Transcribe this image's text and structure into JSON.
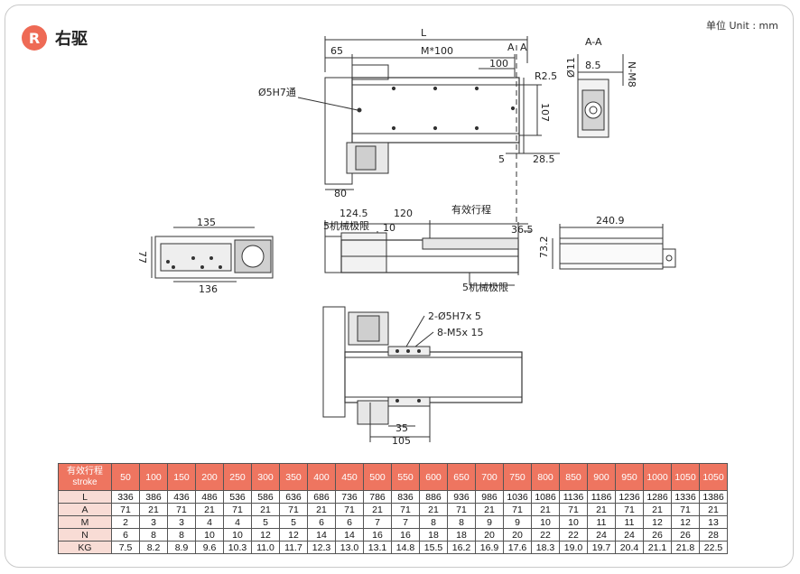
{
  "header": {
    "badge": "R",
    "title": "右驱",
    "unit": "单位 Unit : mm"
  },
  "drawing_labels": {
    "L": "L",
    "d65": "65",
    "m100": "M*100",
    "aa_mark1": "A",
    "aa_mark2": "A",
    "d100": "100",
    "r25": "R2.5",
    "hole": "Ø5H7通",
    "d107": "107",
    "d5": "5",
    "d285": "28.5",
    "d80": "80",
    "section": "A-A",
    "d11": "Ø11",
    "d85": "8.5",
    "nm8": "N-M8",
    "d135": "135",
    "d77": "77",
    "d136": "136",
    "d1245": "124.5",
    "d120": "120",
    "stroke": "有效行程",
    "mech_limit_1": "5机械极限",
    "d10": "10",
    "d365": "36.5",
    "mech_limit_2": "5机械极限",
    "d2409": "240.9",
    "d732": "73.2",
    "pin_holes": "2-Ø5H7x 5",
    "tap_holes": "8-M5x 15",
    "d35": "35",
    "d105": "105"
  },
  "spec_table": {
    "header_label_line1": "有效行程",
    "header_label_line2": "stroke",
    "strokes": [
      "50",
      "100",
      "150",
      "200",
      "250",
      "300",
      "350",
      "400",
      "450",
      "500",
      "550",
      "600",
      "650",
      "700",
      "750",
      "800",
      "850",
      "900",
      "950",
      "1000",
      "1050",
      "1050"
    ],
    "rows": [
      {
        "label": "L",
        "values": [
          "336",
          "386",
          "436",
          "486",
          "536",
          "586",
          "636",
          "686",
          "736",
          "786",
          "836",
          "886",
          "936",
          "986",
          "1036",
          "1086",
          "1136",
          "1186",
          "1236",
          "1286",
          "1336",
          "1386"
        ]
      },
      {
        "label": "A",
        "values": [
          "71",
          "21",
          "71",
          "21",
          "71",
          "21",
          "71",
          "21",
          "71",
          "21",
          "71",
          "21",
          "71",
          "21",
          "71",
          "21",
          "71",
          "21",
          "71",
          "21",
          "71",
          "21"
        ]
      },
      {
        "label": "M",
        "values": [
          "2",
          "3",
          "3",
          "4",
          "4",
          "5",
          "5",
          "6",
          "6",
          "7",
          "7",
          "8",
          "8",
          "9",
          "9",
          "10",
          "10",
          "11",
          "11",
          "12",
          "12",
          "13"
        ]
      },
      {
        "label": "N",
        "values": [
          "6",
          "8",
          "8",
          "10",
          "10",
          "12",
          "12",
          "14",
          "14",
          "16",
          "16",
          "18",
          "18",
          "20",
          "20",
          "22",
          "22",
          "24",
          "24",
          "26",
          "26",
          "28"
        ]
      },
      {
        "label": "KG",
        "values": [
          "7.5",
          "8.2",
          "8.9",
          "9.6",
          "10.3",
          "11.0",
          "11.7",
          "12.3",
          "13.0",
          "13.1",
          "14.8",
          "15.5",
          "16.2",
          "16.9",
          "17.6",
          "18.3",
          "19.0",
          "19.7",
          "20.4",
          "21.1",
          "21.8",
          "22.5"
        ]
      }
    ]
  }
}
